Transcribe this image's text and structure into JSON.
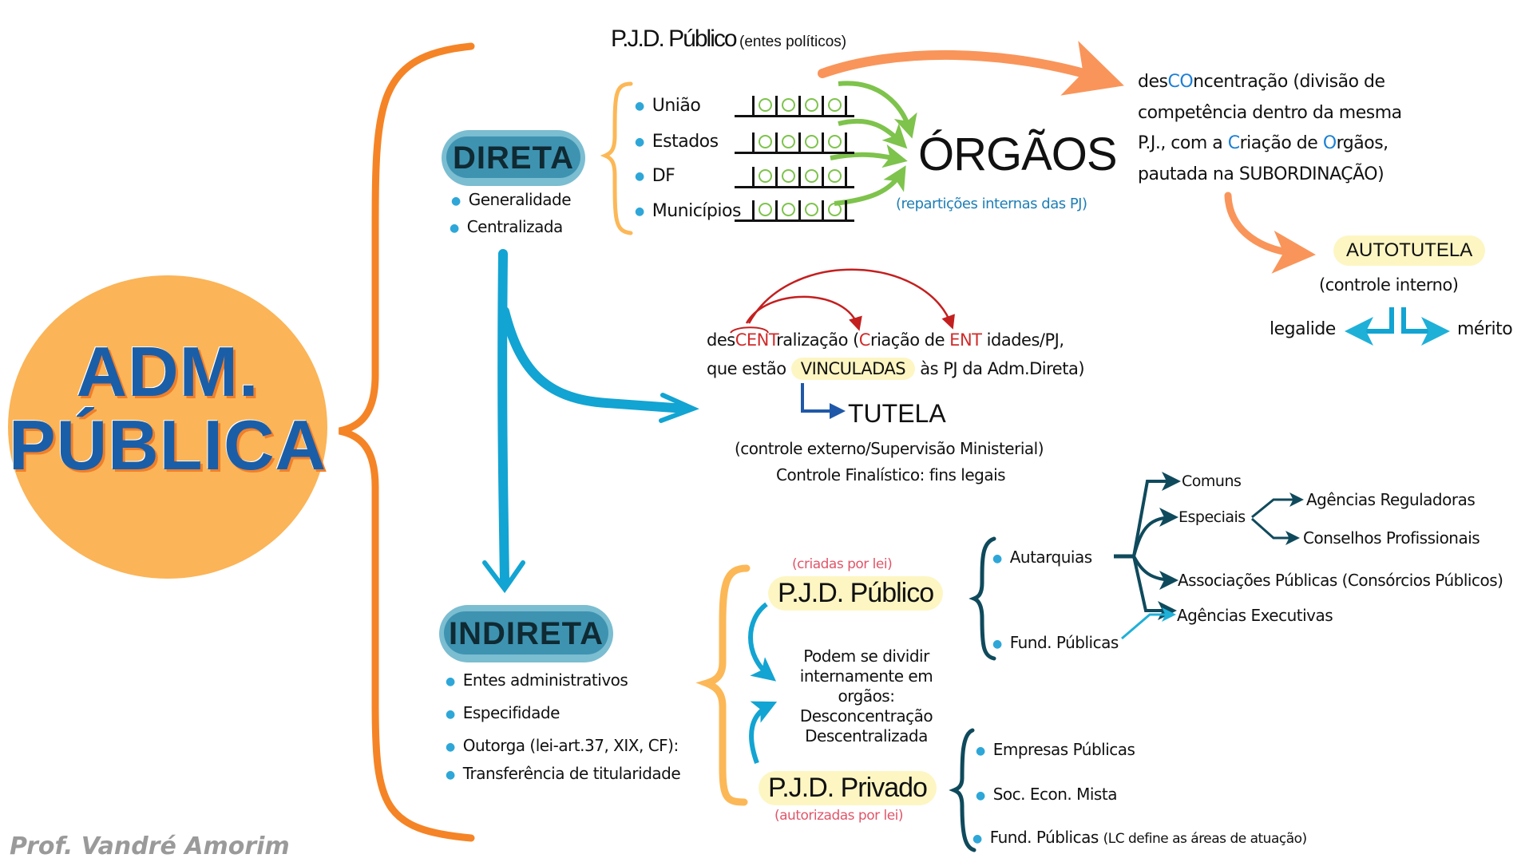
{
  "main_topic": {
    "line1": "ADM.",
    "line2": "PÚBLICA"
  },
  "colors": {
    "main_circle": "#fbb457",
    "main_text": "#1b5ea8",
    "big_brace": "#f58426",
    "blue_arrow": "#12a4d2",
    "green_arrows": "#7ec34c",
    "teal_branch": "#0f4a5c",
    "highlight_yellow": "#fdf6c3",
    "red_accent": "#d12b2b"
  },
  "direta": {
    "label": "DIRETA",
    "bullets": [
      "Generalidade",
      "Centralizada"
    ],
    "pjd_title": "P.J.D. Público",
    "pjd_subtitle": "(entes políticos)",
    "entes": [
      "União",
      "Estados",
      "DF",
      "Municípios"
    ],
    "orgaos": {
      "title": "ÓRGÃOS",
      "subtitle": "(repartições internas das PJ)"
    }
  },
  "desconcentracao": {
    "prefix": "des",
    "highlight": "CO",
    "rest1": "ncentração (divisão de",
    "line2": "competência dentro da mesma",
    "line3_a": "P.J., com a ",
    "line3_c": "C",
    "line3_b": "riação de ",
    "line3_o": "O",
    "line3_d": "rgãos,",
    "line4": "pautada na SUBORDINAÇÃO)",
    "autotutela": "AUTOTUTELA",
    "autotutela_sub": "(controle interno)",
    "left_branch": "legalide",
    "right_branch": "mérito"
  },
  "descentralizacao": {
    "prefix": "des",
    "cent": "CENT",
    "rest": "ralização (",
    "c": "C",
    "riacao": "riação de ",
    "ent": "ENT",
    "idades": " idades/PJ,",
    "line2_a": "que estão ",
    "vinculadas": "VINCULADAS",
    "line2_b": " às PJ da Adm.Direta)",
    "tutela": "TUTELA",
    "tutela_sub1": "(controle externo/Supervisão Ministerial)",
    "tutela_sub2": "Controle Finalístico: fins legais"
  },
  "indireta": {
    "label": "INDIRETA",
    "bullets": [
      "Entes administrativos",
      "Especifidade",
      "Outorga (lei-art.37, XIX, CF):",
      "Transferência de titularidade"
    ],
    "pjd_publico": {
      "note": "(criadas por lei)",
      "title": "P.J.D. Público"
    },
    "pjd_privado": {
      "note": "(autorizadas por lei)",
      "title": "P.J.D. Privado"
    },
    "middle_note": [
      "Podem se dividir",
      "internamente em",
      "orgãos:",
      "Desconcentração",
      "Descentralizada"
    ],
    "publico_items": [
      "Autarquias",
      "Fund. Públicas"
    ],
    "autarquia_types": [
      "Comuns",
      "Especiais",
      "Associações Públicas (Consórcios Públicos)",
      "Agências Executivas"
    ],
    "especiais_types": [
      "Agências Reguladoras",
      "Conselhos Profissionais"
    ],
    "privado_items": [
      "Empresas Públicas",
      "Soc. Econ. Mista",
      "Fund. Públicas"
    ],
    "privado_note": "(LC define as áreas de atuação)"
  },
  "credit": "Prof. Vandré Amorim"
}
